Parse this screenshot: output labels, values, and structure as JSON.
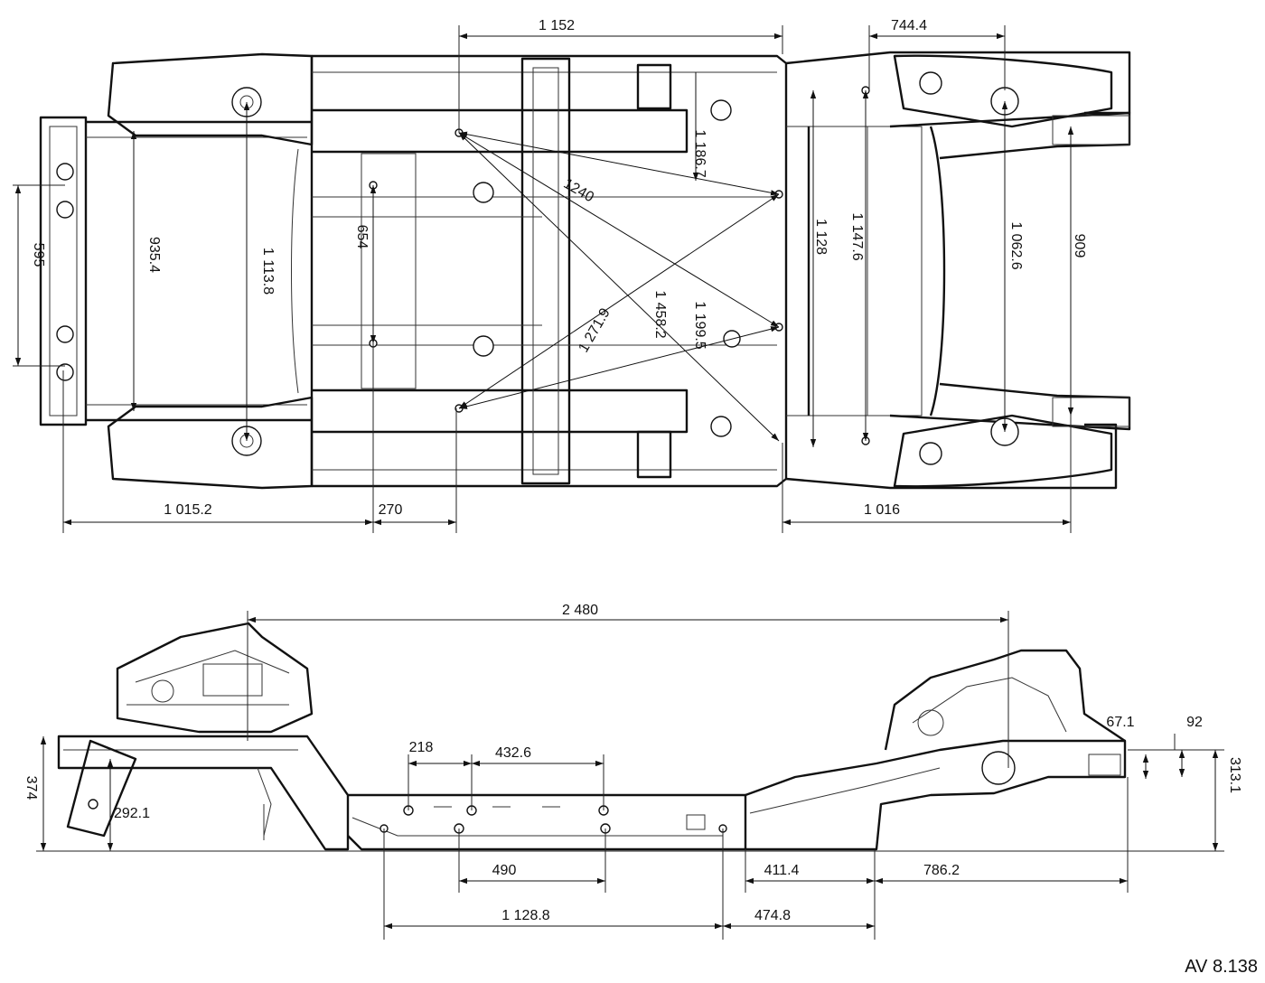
{
  "reference_code": "AV 8.138",
  "top_view": {
    "dim_1152": "1 152",
    "dim_744_4": "744.4",
    "dim_595": "595",
    "dim_935_4": "935.4",
    "dim_1113_8": "1 113.8",
    "dim_654": "654",
    "dim_1240": "1240",
    "dim_1186_7": "1 186.7",
    "dim_1128": "1 128",
    "dim_1147_6": "1 147.6",
    "dim_1062_6": "1 062.6",
    "dim_909": "909",
    "dim_1458_2": "1 458.2",
    "dim_1199_5": "1 199.5",
    "dim_1271_9": "1 271.9",
    "dim_1015_2": "1 015.2",
    "dim_270": "270",
    "dim_1016": "1 016"
  },
  "side_view": {
    "dim_2480": "2 480",
    "dim_374": "374",
    "dim_292_1": "292.1",
    "dim_218": "218",
    "dim_432_6": "432.6",
    "dim_490": "490",
    "dim_1128_8": "1 128.8",
    "dim_474_8": "474.8",
    "dim_411_4": "411.4",
    "dim_786_2": "786.2",
    "dim_67_1": "67.1",
    "dim_92": "92",
    "dim_313_1": "313.1"
  }
}
